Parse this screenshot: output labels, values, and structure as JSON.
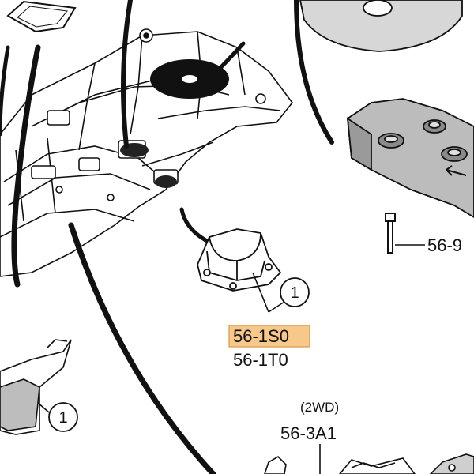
{
  "callouts": [
    {
      "id": "c1",
      "text": "1"
    },
    {
      "id": "c2",
      "text": "1"
    }
  ],
  "part_numbers": {
    "highlighted": "56-1S0",
    "secondary": "56-1T0",
    "right_cut": "56-9",
    "bottom": "56-3A1",
    "bottom_note": "(2WD)"
  },
  "colors": {
    "highlight": "#f8c88a",
    "highlight_border": "#d79a4a",
    "ink": "#111111"
  }
}
